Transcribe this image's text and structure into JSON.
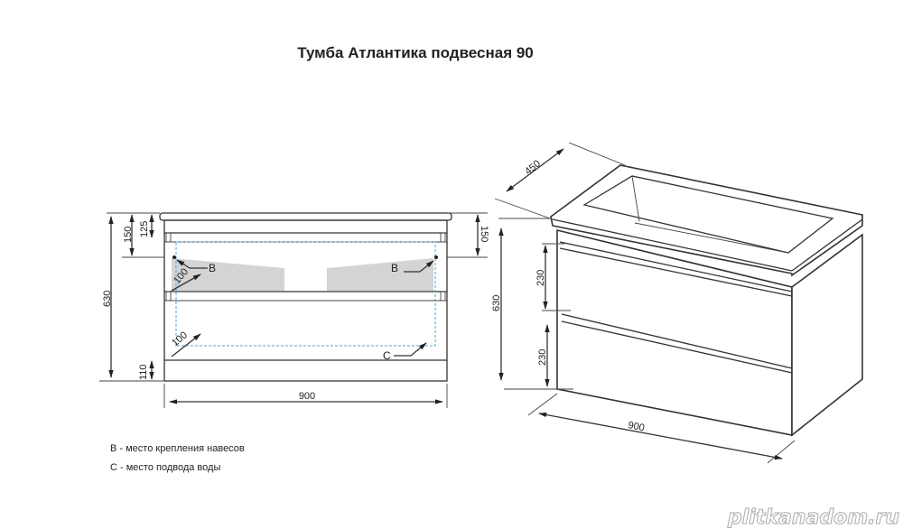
{
  "title": "Тумба Атлантика подвесная 90",
  "front_view": {
    "dims": {
      "height_total": "630",
      "top_150": "150",
      "top_125": "125",
      "plinth_110": "110",
      "width": "900",
      "right_150": "150",
      "offset_1": "100",
      "offset_2": "100"
    },
    "markers": {
      "b_left": "B",
      "b_right": "B",
      "c": "C"
    }
  },
  "iso_view": {
    "dims": {
      "depth": "450",
      "height_total": "630",
      "drawer_1": "230",
      "drawer_2": "230",
      "width": "900"
    }
  },
  "legend": [
    "B - место крепления навесов",
    "C - место подвода воды"
  ],
  "watermark": "plitkanadom.ru",
  "colors": {
    "line": "#333333",
    "dashed_zone": "#5aa0d0",
    "shade": "#d4d4d4"
  }
}
